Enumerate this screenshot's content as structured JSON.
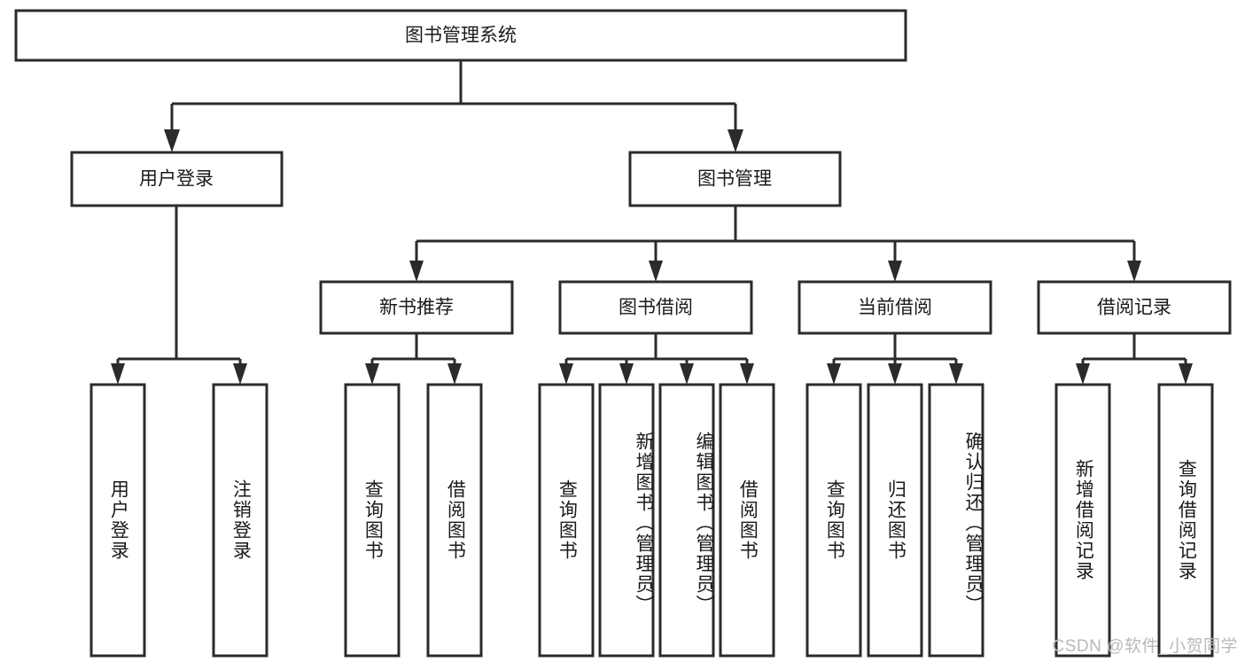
{
  "diagram": {
    "type": "tree-hierarchy-chart",
    "title": "图书管理系统",
    "watermark": "CSDN @软件_小贺同学",
    "colors": {
      "stroke": "#2b2b2b",
      "box_fill": "#ffffff",
      "text": "#1a1a1a",
      "background": "#ffffff",
      "watermark": "#b9b9b9"
    },
    "levels": {
      "root": {
        "label": "图书管理系统"
      },
      "level2": [
        {
          "id": "user-login",
          "label": "用户登录"
        },
        {
          "id": "book-management",
          "label": "图书管理"
        }
      ],
      "level3": [
        {
          "id": "new-book-recommend",
          "label": "新书推荐",
          "parent": "book-management"
        },
        {
          "id": "book-borrow",
          "label": "图书借阅",
          "parent": "book-management"
        },
        {
          "id": "current-borrow",
          "label": "当前借阅",
          "parent": "book-management"
        },
        {
          "id": "borrow-record",
          "label": "借阅记录",
          "parent": "book-management"
        }
      ],
      "leaves": [
        {
          "id": "leaf-user-login",
          "label": "用户登录",
          "parent": "user-login"
        },
        {
          "id": "leaf-logout",
          "label": "注销登录",
          "parent": "user-login"
        },
        {
          "id": "leaf-query-books-1",
          "label": "查询图书",
          "parent": "new-book-recommend"
        },
        {
          "id": "leaf-borrow-books-1",
          "label": "借阅图书",
          "parent": "new-book-recommend"
        },
        {
          "id": "leaf-query-books-2",
          "label": "查询图书",
          "parent": "book-borrow"
        },
        {
          "id": "leaf-add-book",
          "label": "新增图书（管理员）",
          "parent": "book-borrow"
        },
        {
          "id": "leaf-edit-book",
          "label": "编辑图书（管理员）",
          "parent": "book-borrow"
        },
        {
          "id": "leaf-borrow-books-2",
          "label": "借阅图书",
          "parent": "book-borrow"
        },
        {
          "id": "leaf-query-books-3",
          "label": "查询图书",
          "parent": "current-borrow"
        },
        {
          "id": "leaf-return-book",
          "label": "归还图书",
          "parent": "current-borrow"
        },
        {
          "id": "leaf-confirm-return",
          "label": "确认归还（管理员）",
          "parent": "current-borrow"
        },
        {
          "id": "leaf-add-record",
          "label": "新增借阅记录",
          "parent": "borrow-record"
        },
        {
          "id": "leaf-query-record",
          "label": "查询借阅记录",
          "parent": "borrow-record"
        }
      ]
    }
  }
}
